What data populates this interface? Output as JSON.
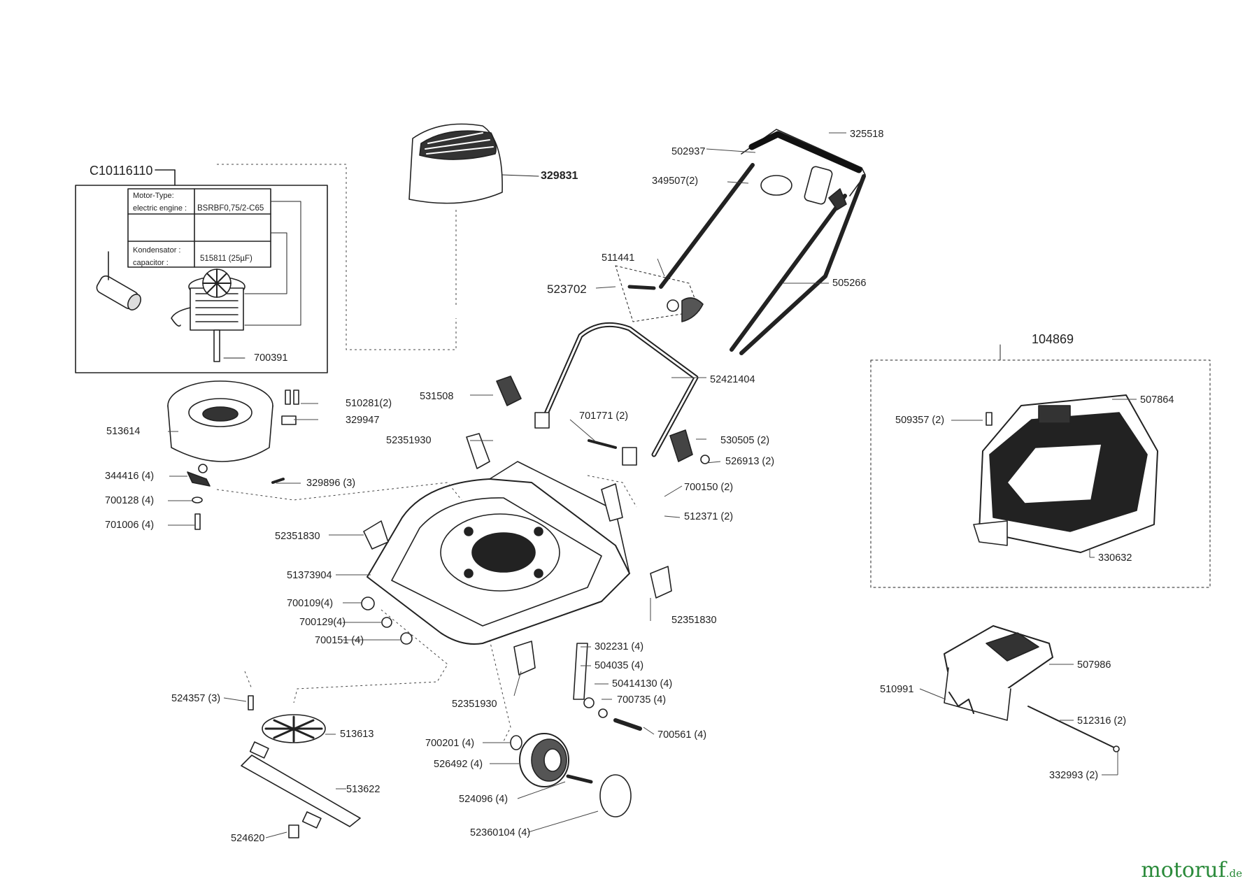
{
  "diagram": {
    "motor_assembly_code": "C10116110",
    "motor_table": {
      "row1_label_a": "Motor-Type:",
      "row1_label_b": "electric engine :",
      "row1_value": "BSRBF0,75/2-C65",
      "row2_label_a": "Kondensator :",
      "row2_label_b": "capacitor :",
      "row2_value": "515811 (25µF)"
    },
    "grass_catcher_set_code": "104869",
    "parts": [
      "700391",
      "510281(2)",
      "329947",
      "513614",
      "344416 (4)",
      "329896 (3)",
      "700128 (4)",
      "701006 (4)",
      "329831",
      "502937",
      "325518",
      "349507(2)",
      "511441",
      "523702",
      "505266",
      "52421404",
      "531508",
      "701771 (2)",
      "52351930",
      "530505 (2)",
      "526913 (2)",
      "700150 (2)",
      "512371 (2)",
      "52351830",
      "51373904",
      "700109(4)",
      "700129(4)",
      "700151 (4)",
      "52351830",
      "302231 (4)",
      "504035 (4)",
      "50414130 (4)",
      "700735 (4)",
      "52351930",
      "700561 (4)",
      "524357 (3)",
      "513613",
      "700201 (4)",
      "526492 (4)",
      "513622",
      "524096 (4)",
      "524620",
      "52360104  (4)",
      "509357 (2)",
      "507864",
      "330632",
      "507986",
      "510991",
      "512316 (2)",
      "332993 (2)"
    ]
  },
  "brand": {
    "name": "motoruf",
    "suffix": ".de",
    "color": "#2a8a3a"
  }
}
